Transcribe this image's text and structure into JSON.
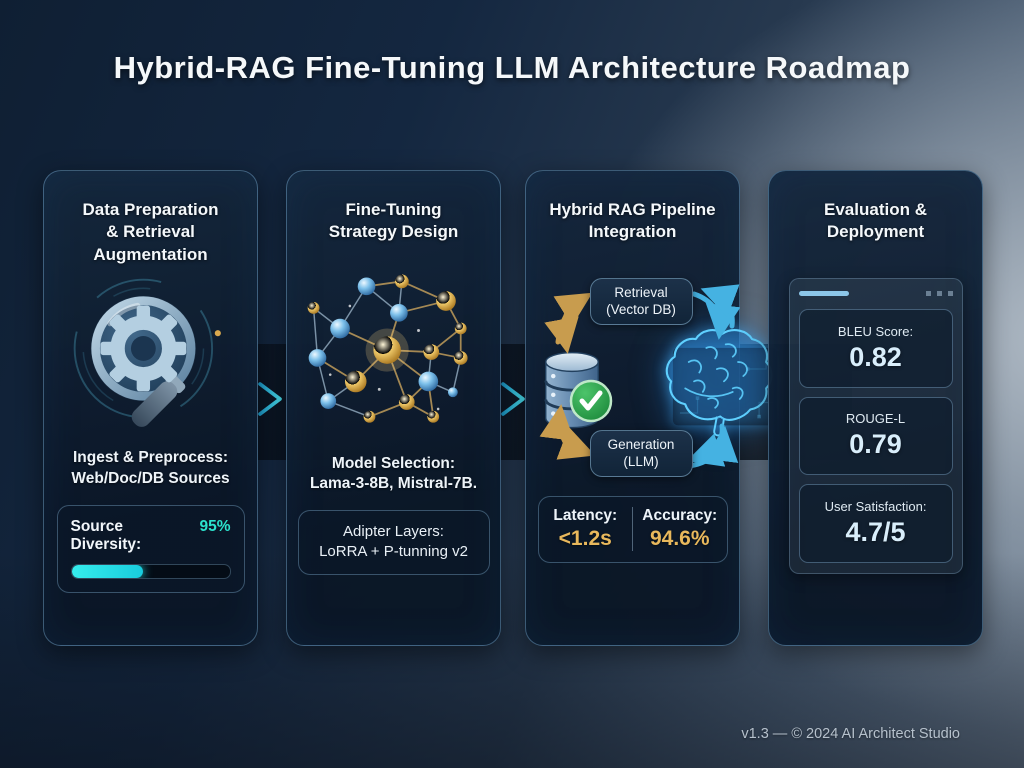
{
  "title": "Hybrid-RAG Fine-Tuning LLM Architecture Roadmap",
  "footer": "v1.3 — © 2024 AI Architect Studio",
  "colors": {
    "accent_cyan": "#2ce2cd",
    "gold_value": "#e8b85c",
    "metric_value_cyan": "#d9eefb",
    "check_green": "#2fa54e",
    "arrow_gold": "#c89c4e",
    "arrow_cyan": "#45b2e2"
  },
  "panels": [
    {
      "title": "Data Preparation\n& Retrieval\nAugmentation",
      "icon": "magnifier-gear-icon",
      "body": "Ingest & Preprocess:\nWeb/Doc/DB Sources",
      "metric": {
        "label": "Source Diversity:",
        "value": "95%",
        "progress_pct": 45
      }
    },
    {
      "title": "Fine-Tuning\nStrategy Design",
      "icon": "network-graph-icon",
      "body": "Model Selection:\nLama-3-8B, Mistral-7B.",
      "box": "Adipter Layers:\nLoRRA + P-tunning v2"
    },
    {
      "title": "Hybrid RAG Pipeline\nIntegration",
      "node_top": "Retrieval\n(Vector DB)",
      "node_bottom": "Generation\n(LLM)",
      "stats": [
        {
          "label": "Latency:",
          "value": "<1.2s"
        },
        {
          "label": "Accuracy:",
          "value": "94.6%"
        }
      ]
    },
    {
      "title": "Evaluation &\nDeployment",
      "metrics": [
        {
          "label": "BLEU Score:",
          "value": "0.82"
        },
        {
          "label": "ROUGE-L",
          "value": "0.79"
        },
        {
          "label": "User Satisfaction:",
          "value": "4.7/5"
        }
      ]
    }
  ]
}
